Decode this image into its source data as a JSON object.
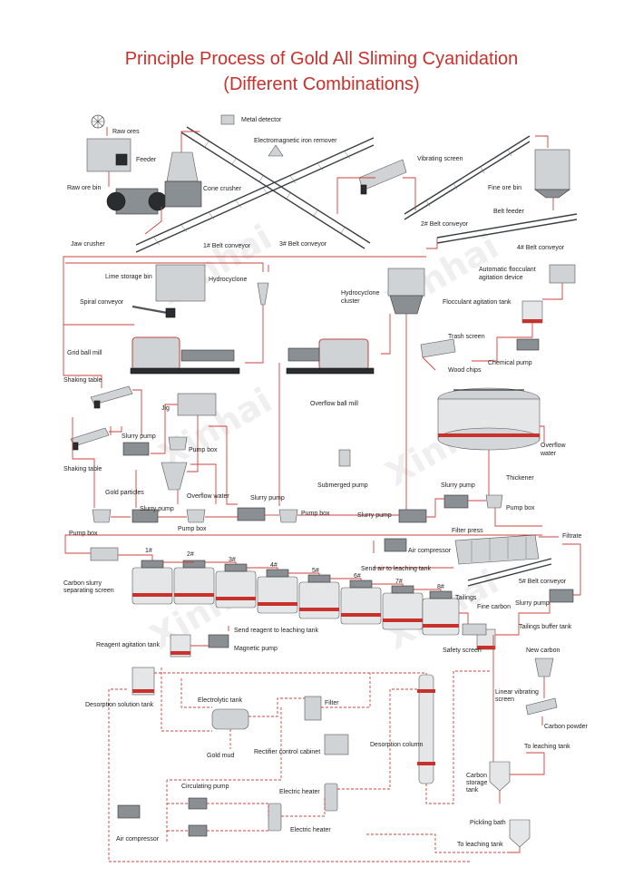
{
  "title": {
    "line1": "Principle Process of Gold All Sliming Cyanidation",
    "line2": "(Different Combinations)"
  },
  "watermark": "Xinhai",
  "colors": {
    "title": "#c8312c",
    "flow_line": "#d0413c",
    "equipment": "#cfd3d6"
  },
  "labels": {
    "raw_ores": "Raw ores",
    "metal_detector": "Metal detector",
    "electromagnetic_iron_remover": "Electromagnetic iron remover",
    "feeder": "Feeder",
    "vibrating_screen": "Vibrating screen",
    "raw_ore_bin": "Raw ore bin",
    "cone_crusher": "Cone crusher",
    "fine_ore_bin": "Fine ore bin",
    "belt_feeder": "Belt feeder",
    "belt_conveyor_2": "2# Belt conveyor",
    "jaw_crusher": "Jaw crusher",
    "belt_conveyor_1": "1# Belt conveyor",
    "belt_conveyor_3": "3# Belt conveyor",
    "belt_conveyor_4": "4# Belt conveyor",
    "lime_storage_bin": "Lime storage bin",
    "hydrocyclone": "Hydrocyclone",
    "automatic_flocculant_1": "Automatic flocculant",
    "automatic_flocculant_2": "agitation device",
    "spiral_conveyor": "Spiral conveyor",
    "hydrocyclone_cluster_1": "Hydrocyclone",
    "hydrocyclone_cluster_2": "cluster",
    "flocculant_agitation_tank": "Flocculant agitation tank",
    "grid_ball_mill": "Grid ball mill",
    "trash_screen": "Trash screen",
    "chemical_pump": "Chemical pump",
    "wood_chips": "Wood chips",
    "shaking_table_a": "Shaking table",
    "jig": "Jig",
    "overflow_ball_mill": "Overflow ball mill",
    "slurry_pump_a": "Slurry pump",
    "pump_box_a": "Pump box",
    "overflow_water_a": "Overflow",
    "overflow_water_b": "water",
    "shaking_table_b": "Shaking table",
    "gold_particles": "Gold particles",
    "submerged_pump": "Submerged pump",
    "thickener": "Thickener",
    "overflow_water_c": "Overflow water",
    "slurry_pump_b": "Slurry pump",
    "slurry_pump_c": "Slurry pump",
    "slurry_pump_d": "Slurry pump",
    "slurry_pump_e": "Slurry pump",
    "pump_box_b": "Pump box",
    "pump_box_c": "Pump box",
    "pump_box_d": "Pump box",
    "pump_box_e": "Pump box",
    "filter_press": "Filter press",
    "filtrate": "Filtrate",
    "air_compressor_a": "Air compressor",
    "tank_1": "1#",
    "tank_2": "2#",
    "tank_3": "3#",
    "tank_4": "4#",
    "tank_5": "5#",
    "tank_6": "6#",
    "tank_7": "7#",
    "tank_8": "8#",
    "send_air": "Send air to leaching tank",
    "carbon_slurry_1": "Carbon slurry",
    "carbon_slurry_2": "separating screen",
    "belt_conveyor_5": "5# Belt conveyor",
    "tailings": "Tailings",
    "fine_carbon": "Fine carbon",
    "slurry_pump_f": "Slurry pump",
    "send_reagent": "Send reagent to leaching tank",
    "tailings_buffer_tank": "Tailings buffer tank",
    "reagent_agitation_tank": "Reagent agitation tank",
    "magnetic_pump": "Magnetic pump",
    "safety_screen": "Safety screen",
    "new_carbon": "New carbon",
    "desorption_solution_tank": "Desorption solution tank",
    "electrolytic_tank": "Electrolytic tank",
    "filter": "Filter",
    "linear_vibrating_1": "Linear vibrating",
    "linear_vibrating_2": "screen",
    "carbon_powder": "Carbon powder",
    "gold_mud": "Gold mud",
    "rectifier": "Rectifier control cabinet",
    "desorption_column": "Desorption column",
    "to_leaching_tank_a": "To leaching tank",
    "carbon_storage_1": "Carbon",
    "carbon_storage_2": "storage",
    "carbon_storage_3": "tank",
    "circulating_pump": "Circulating pump",
    "electric_heater_a": "Electric heater",
    "electric_heater_b": "Electric heater",
    "pickling_bath": "Pickling bath",
    "air_compressor_b": "Air compressor",
    "to_leaching_tank_b": "To leaching tank"
  }
}
